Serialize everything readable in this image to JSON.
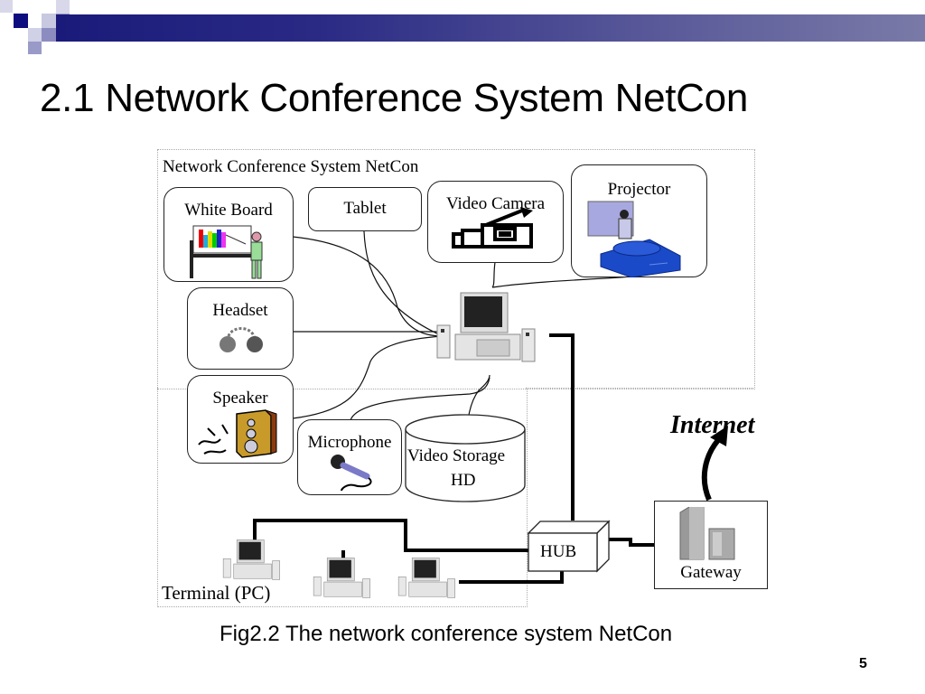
{
  "slide": {
    "title": "2.1 Network Conference System NetCon",
    "caption": "Fig2.2 The network conference system NetCon",
    "page_number": "5"
  },
  "theme": {
    "banner_color": "#1a1a7a",
    "accent_light": "#b8b8d8",
    "accent_mid": "#8c8cc0"
  },
  "diagram": {
    "frame_label": "Network Conference System NetCon",
    "devices": {
      "white_board": "White Board",
      "tablet": "Tablet",
      "video_camera": "Video Camera",
      "projector": "Projector",
      "headset": "Headset",
      "speaker": "Speaker",
      "microphone": "Microphone",
      "video_storage_line1": "Video Storage",
      "video_storage_line2": "HD"
    },
    "terminal_label": "Terminal (PC)",
    "hub_label": "HUB",
    "gateway_label": "Gateway",
    "internet_label": "Internet"
  }
}
